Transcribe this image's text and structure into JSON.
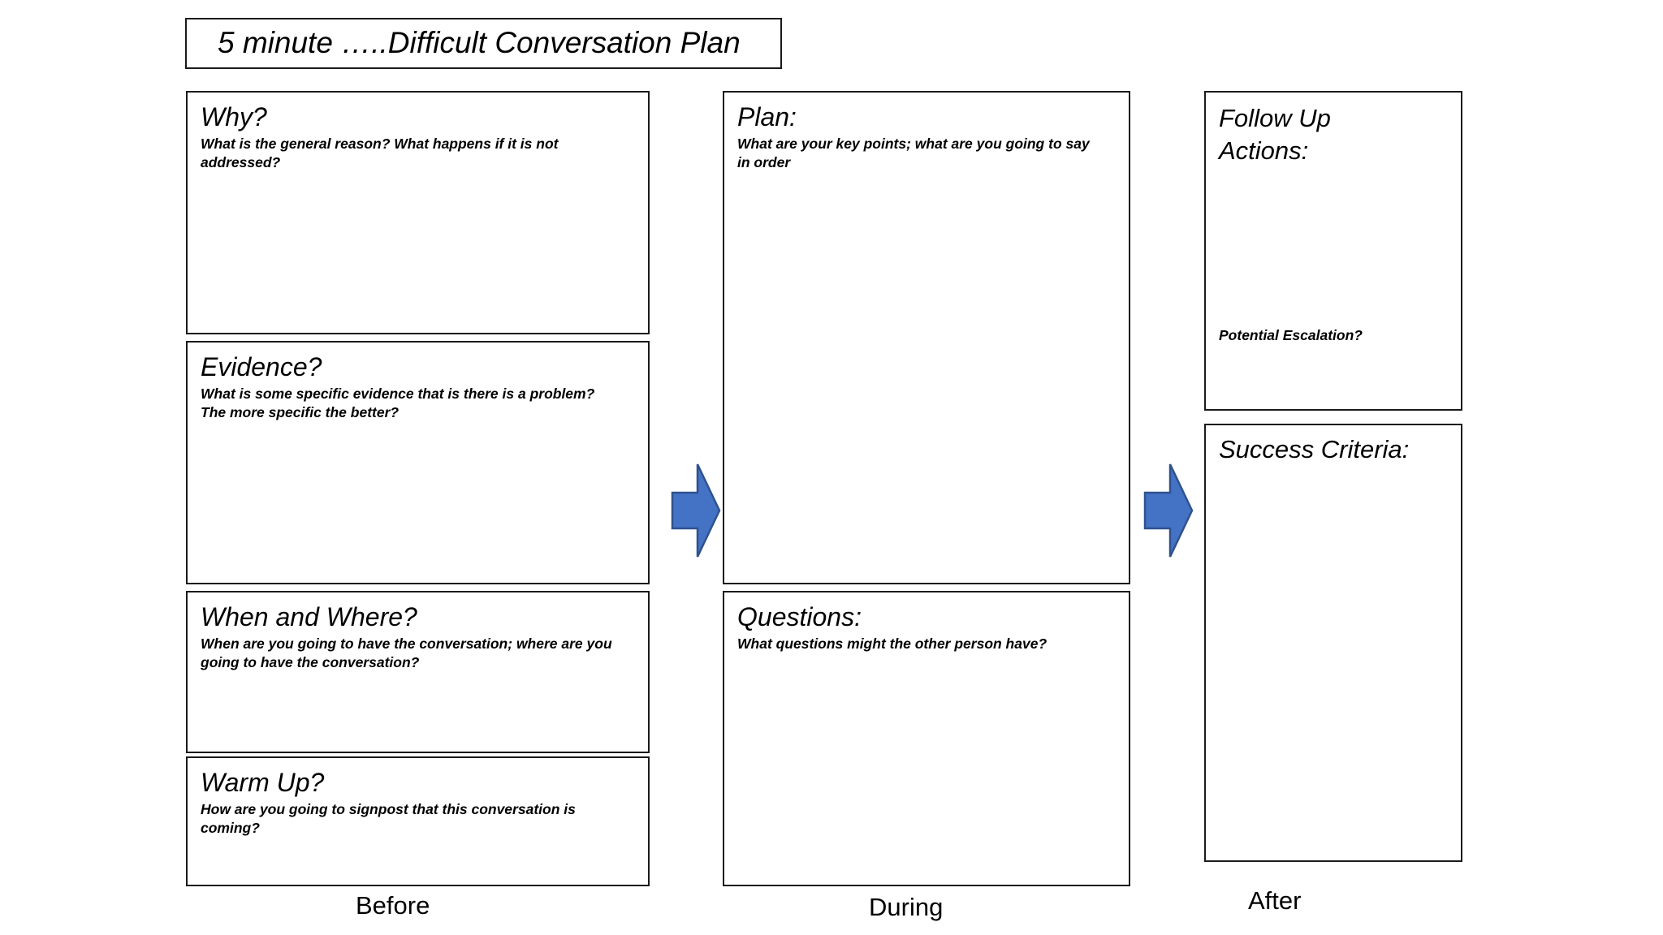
{
  "title": {
    "text": "5 minute …..Difficult Conversation Plan"
  },
  "colors": {
    "arrow_fill": "#4472C4",
    "arrow_stroke": "#2F528F",
    "border": "#1a1a1a",
    "background": "#ffffff",
    "text": "#000000"
  },
  "columns": [
    {
      "phase_label": "Before",
      "panels": [
        {
          "heading": "Why?",
          "body": "What is the general reason? What happens if it is not addressed?"
        },
        {
          "heading": "Evidence?",
          "body": "What is some specific evidence that is there is a problem? The more specific the better?"
        },
        {
          "heading": "When and Where?",
          "body": "When are you going to have the conversation; where are you going to have the conversation?"
        },
        {
          "heading": "Warm Up?",
          "body": "How are you going to signpost that this conversation is coming?"
        }
      ]
    },
    {
      "phase_label": "During",
      "panels": [
        {
          "heading": "Plan:",
          "body": "What are your key points; what are you going to say in order"
        },
        {
          "heading": "Questions:",
          "body": "What questions might the other person have?"
        }
      ]
    },
    {
      "phase_label": "After",
      "panels": [
        {
          "heading": "Follow Up\nActions:",
          "body": "",
          "note": "Potential Escalation?"
        },
        {
          "heading": "Success Criteria:",
          "body": ""
        }
      ]
    }
  ],
  "arrows": [
    {
      "name": "before-to-during",
      "direction": "right"
    },
    {
      "name": "during-to-after",
      "direction": "right"
    }
  ]
}
